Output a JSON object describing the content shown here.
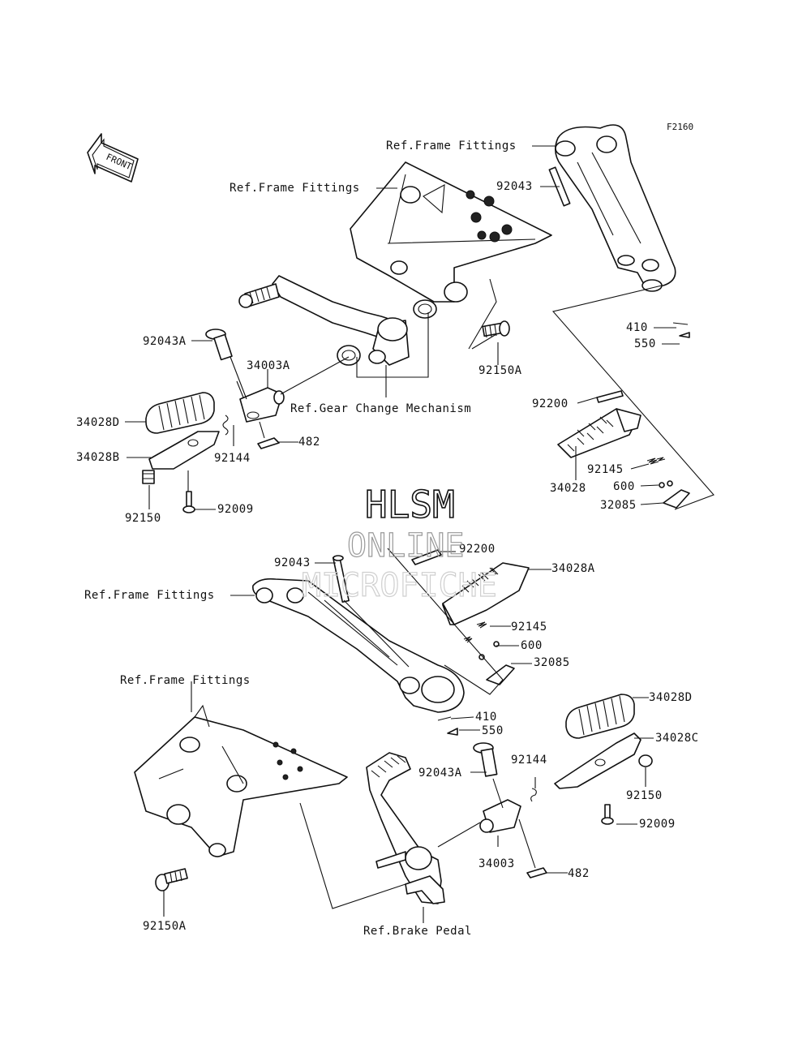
{
  "figure_code": "F2160",
  "front_label": "FRONT",
  "watermark": {
    "line1": "HLSM",
    "line2": "ONLINE",
    "line3": "MICROFICHE"
  },
  "labels": {
    "ref_frame_1": "Ref.Frame Fittings",
    "ref_frame_2": "Ref.Frame Fittings",
    "ref_frame_3": "Ref.Frame Fittings",
    "ref_frame_4": "Ref.Frame Fittings",
    "ref_gear": "Ref.Gear Change Mechanism",
    "ref_brake": "Ref.Brake Pedal",
    "p92043_top": "92043",
    "p92043A_left": "92043A",
    "p34003A": "34003A",
    "p34028D_left": "34028D",
    "p34028B": "34028B",
    "p92144_left": "92144",
    "p482_left": "482",
    "p92150_left": "92150",
    "p92009_left": "92009",
    "p92150A_top": "92150A",
    "p410_top": "410",
    "p550_top": "550",
    "p92200_top": "92200",
    "p92145_top": "92145",
    "p34028": "34028",
    "p600_top": "600",
    "p32085_top": "32085",
    "p92043_mid": "92043",
    "p92200_mid": "92200",
    "p34028A": "34028A",
    "p92145_mid": "92145",
    "p600_mid": "600",
    "p32085_mid": "32085",
    "p410_mid": "410",
    "p550_mid": "550",
    "p34028D_right": "34028D",
    "p34028C": "34028C",
    "p92144_right": "92144",
    "p92150_right": "92150",
    "p92043A_low": "92043A",
    "p92009_right": "92009",
    "p34003": "34003",
    "p482_right": "482",
    "p92150A_low": "92150A"
  }
}
